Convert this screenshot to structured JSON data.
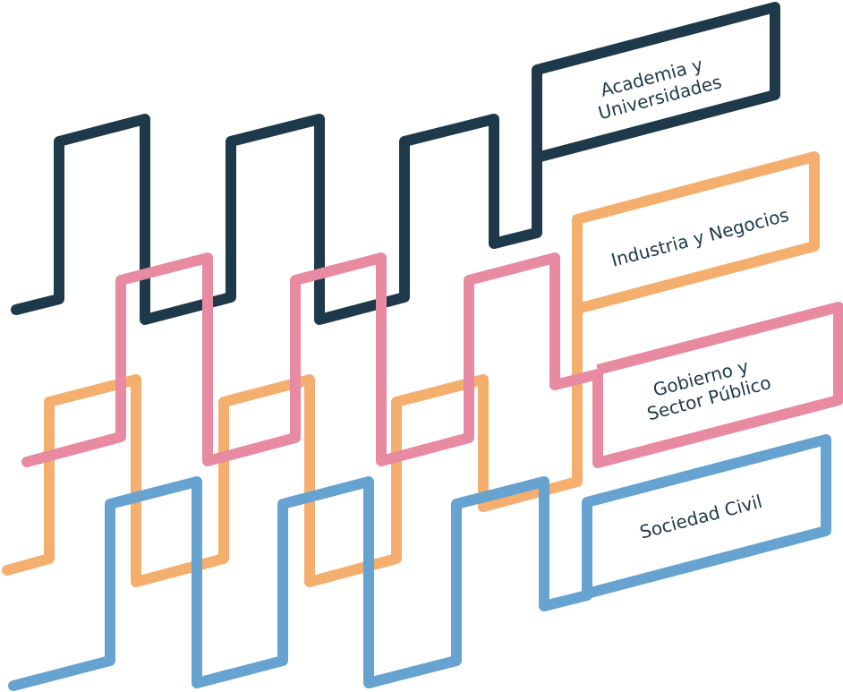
{
  "colors": {
    "academia": "#1e3a4a",
    "industria": "#f4ae6e",
    "gobierno": "#e88aa2",
    "sociedad": "#66a3d0",
    "text": "#1e3a4a"
  },
  "sectors": {
    "academia": {
      "line1": "Academia y",
      "line2": "Universidades"
    },
    "industria": {
      "line1": "Industria y Negocios"
    },
    "gobierno": {
      "line1": "Gobierno y",
      "line2": "Sector Público"
    },
    "sociedad": {
      "line1": "Sociedad Civil"
    }
  }
}
